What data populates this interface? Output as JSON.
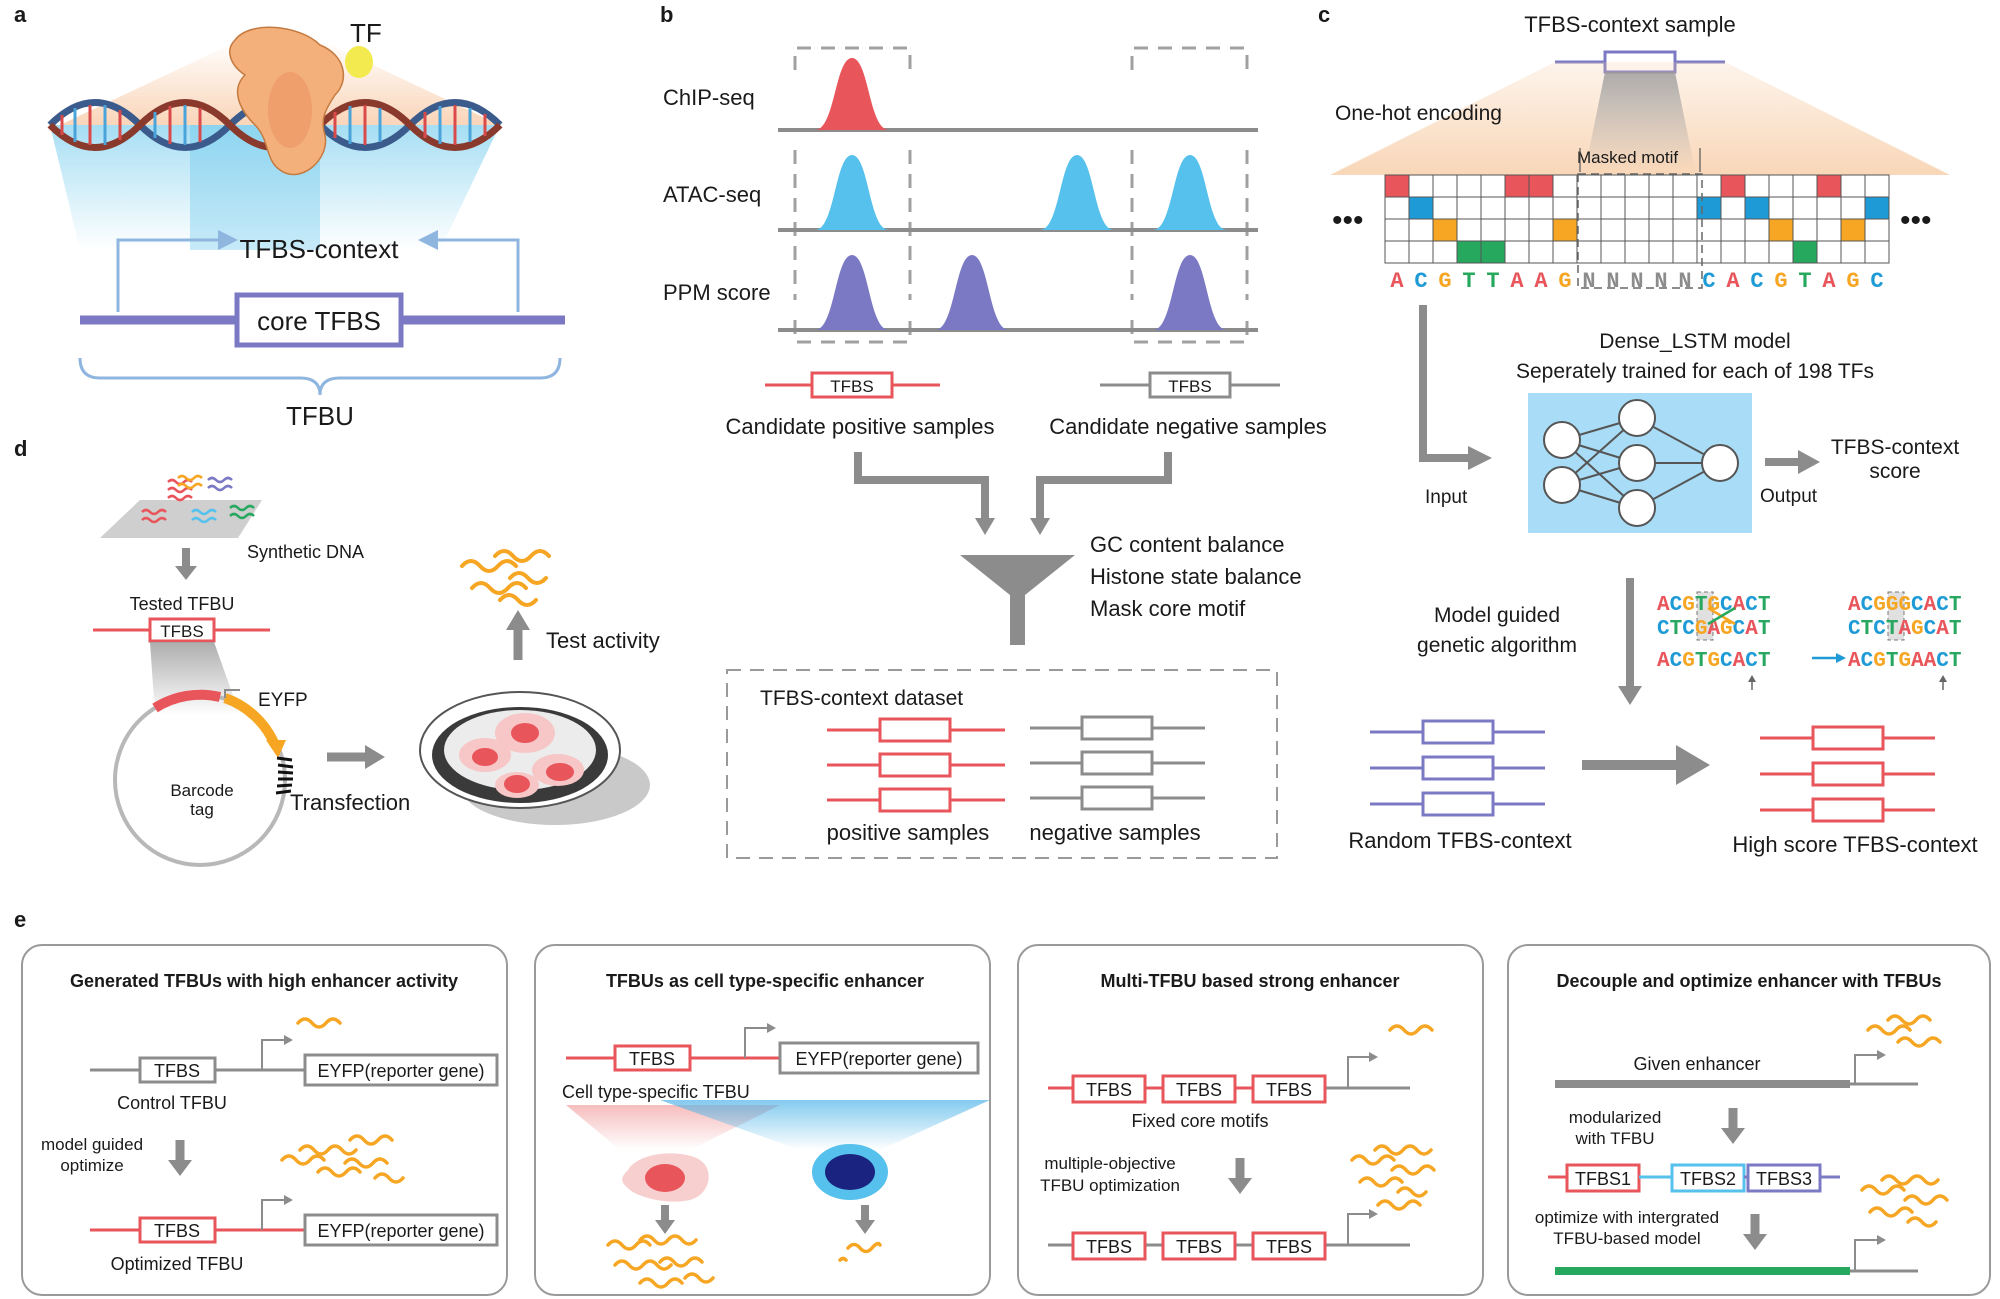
{
  "panel_letters": {
    "a": "a",
    "b": "b",
    "c": "c",
    "d": "d",
    "e": "e"
  },
  "panel_a": {
    "tf_label": "TF",
    "context_label": "TFBS-context",
    "core_label": "core TFBS",
    "tfbu_label": "TFBU"
  },
  "panel_b": {
    "tracks": [
      "ChIP-seq",
      "ATAC-seq",
      "PPM score"
    ],
    "tfbs_box": "TFBS",
    "candidate_positive": "Candidate positive samples",
    "candidate_negative": "Candidate negative samples",
    "filters": [
      "GC content balance",
      "Histone state balance",
      "Mask core motif"
    ],
    "dataset_title": "TFBS-context dataset",
    "positive_samples": "positive samples",
    "negative_samples": "negative samples"
  },
  "panel_c": {
    "sample_title": "TFBS-context sample",
    "one_hot": "One-hot encoding",
    "masked_motif": "Masked motif",
    "sequence": [
      "A",
      "C",
      "G",
      "T",
      "T",
      "A",
      "A",
      "G",
      "N",
      "N",
      "N",
      "N",
      "N",
      "C",
      "A",
      "C",
      "G",
      "T",
      "A",
      "G",
      "C"
    ],
    "model_title": "Dense_LSTM model",
    "model_subtitle": "Seperately trained for each of 198 TFs",
    "input_label": "Input",
    "output_label": "Output",
    "score_label_1": "TFBS-context",
    "score_label_2": "score",
    "ga_label_1": "Model guided",
    "ga_label_2": "genetic algorithm",
    "cross_1a": "ACGTGCACT",
    "cross_1b": "CTCGAGCAT",
    "cross_2a": "ACGGGCACT",
    "cross_2b": "CTCTAGCAT",
    "mut_from": "ACGTGCACT",
    "mut_to": "ACGTGAACT",
    "random_label": "Random TFBS-context",
    "high_label": "High score TFBS-context"
  },
  "panel_d": {
    "synthetic_dna": "Synthetic DNA",
    "tested_tfbu": "Tested TFBU",
    "tfbs_box": "TFBS",
    "eyfp": "EYFP",
    "barcode_1": "Barcode",
    "barcode_2": "tag",
    "transfection": "Transfection",
    "test_activity": "Test activity"
  },
  "panel_e": {
    "box1": {
      "title": "Generated TFBUs with high enhancer activity",
      "tfbs": "TFBS",
      "reporter": "EYFP(reporter gene)",
      "control": "Control TFBU",
      "optimize_1": "model guided",
      "optimize_2": "optimize",
      "optimized": "Optimized TFBU"
    },
    "box2": {
      "title": "TFBUs as cell type-specific enhancer",
      "tfbs": "TFBS",
      "reporter": "EYFP(reporter gene)",
      "specific": "Cell type-specific TFBU"
    },
    "box3": {
      "title": "Multi-TFBU based strong enhancer",
      "tfbs": "TFBS",
      "fixed": "Fixed core motifs",
      "multi_1": "multiple-objective",
      "multi_2": "TFBU optimization"
    },
    "box4": {
      "title": "Decouple and optimize enhancer with TFBUs",
      "given": "Given enhancer",
      "mod_1": "modularized",
      "mod_2": "with TFBU",
      "tfbs1": "TFBS1",
      "tfbs2": "TFBS2",
      "tfbs3": "TFBS3",
      "opt_1": "optimize with intergrated",
      "opt_2": "TFBU-based model"
    }
  },
  "colors": {
    "red": "#e8555a",
    "blue": "#55c1ec",
    "purple": "#7b79c4",
    "gray": "#8c8c8c",
    "orange": "#f6a623",
    "green": "#27a85f"
  }
}
